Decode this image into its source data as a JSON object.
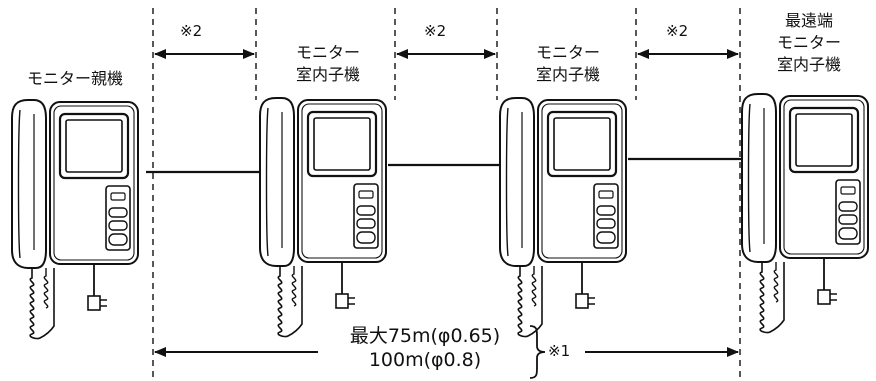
{
  "units": [
    {
      "id": "master",
      "lines": [
        "モニター親機"
      ]
    },
    {
      "id": "sub1",
      "lines": [
        "モニター",
        "室内子機"
      ]
    },
    {
      "id": "sub2",
      "lines": [
        "モニター",
        "室内子機"
      ]
    },
    {
      "id": "far",
      "lines": [
        "最遠端",
        "モニター",
        "室内子機"
      ]
    }
  ],
  "spacing_marks": [
    "※2",
    "※2",
    "※2"
  ],
  "distance": {
    "line1": "最大75m(φ0.65)",
    "line2": "100m(φ0.8)",
    "note": "※1"
  }
}
